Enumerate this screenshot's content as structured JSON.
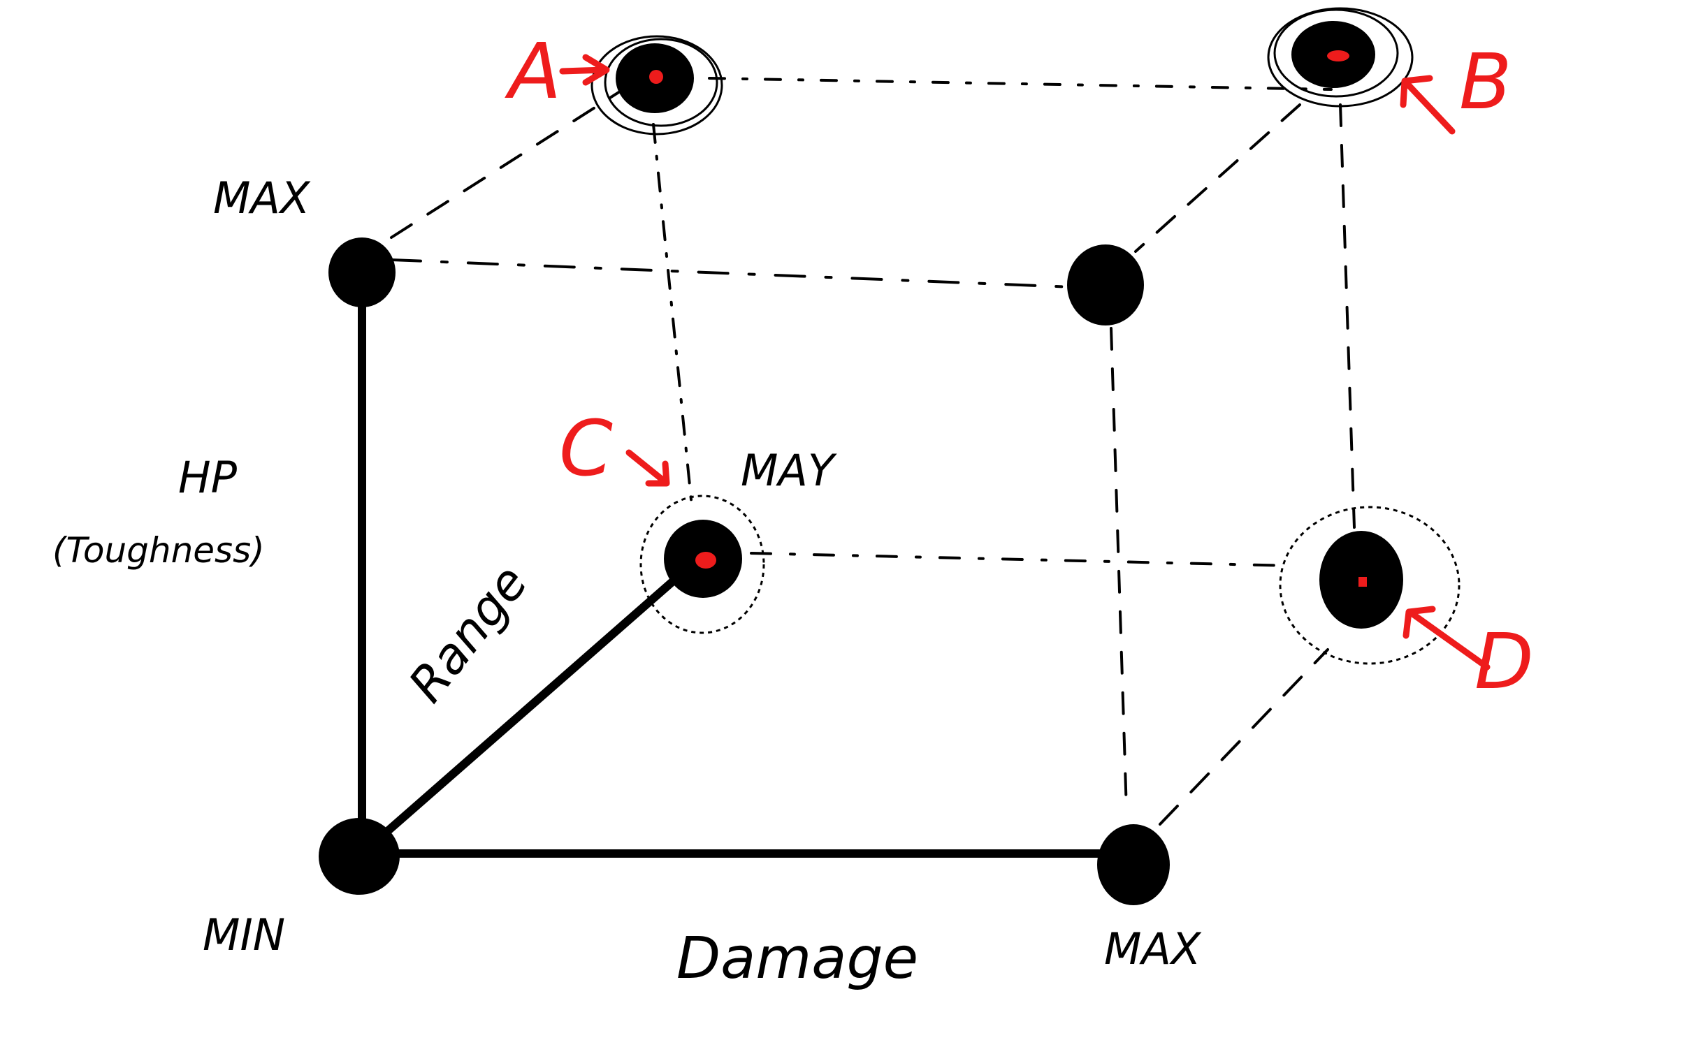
{
  "labels": {
    "hp": "HP",
    "toughness": "(Toughness)",
    "range": "Range",
    "damage": "Damage",
    "hp_max": "MAX",
    "hp_min": "MIN",
    "range_max": "MAY",
    "damage_max": "MAX"
  },
  "points": {
    "a": "A",
    "b": "B",
    "c": "C",
    "d": "D"
  },
  "colors": {
    "ink": "#000000",
    "marker": "#ee1c1c",
    "background": "#ffffff"
  }
}
